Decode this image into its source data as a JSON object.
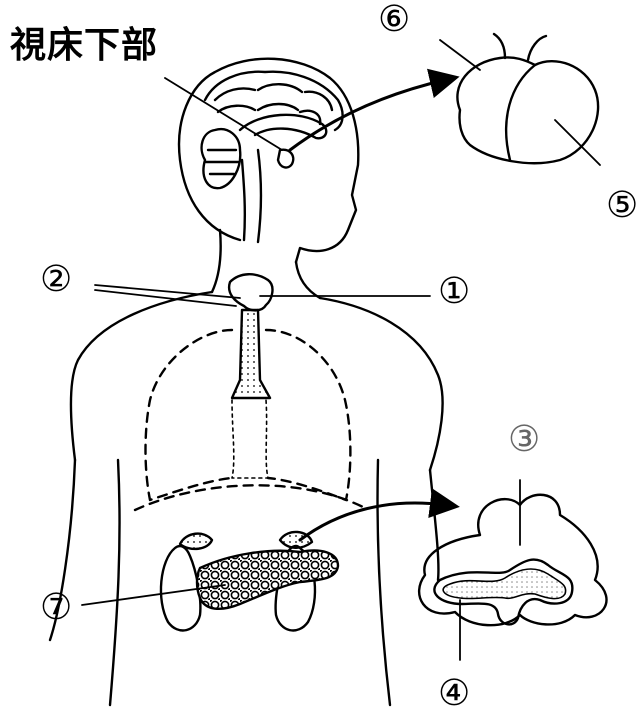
{
  "labels": {
    "hypothalamus": "視床下部",
    "n1": "①",
    "n2": "②",
    "n3": "③",
    "n4": "④",
    "n5": "⑤",
    "n6": "⑥",
    "n7": "⑦"
  }
}
